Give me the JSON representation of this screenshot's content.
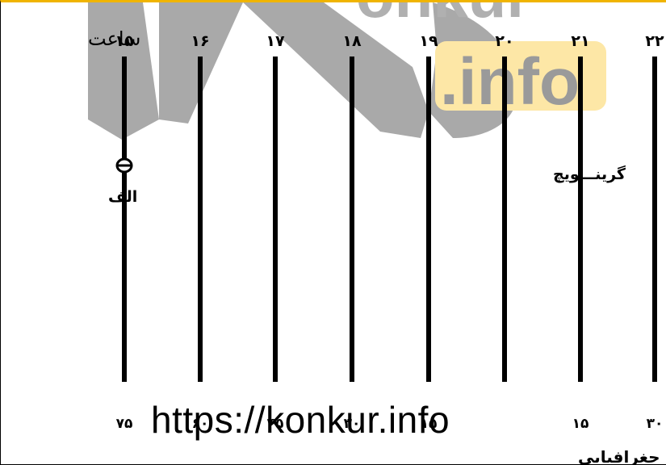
{
  "diagram": {
    "hour_axis_title": "ساعت",
    "hour_labels": [
      "۱۵",
      "۱۶",
      "۱۷",
      "۱۸",
      "۱۹",
      "۲۰",
      "۲۱",
      "۲۲"
    ],
    "longitude_labels": [
      "۷۵",
      "۶۰",
      "۴۵",
      "۳۰",
      "۱۵",
      "",
      "۱۵",
      "۳۰"
    ],
    "longitude_axis_title": "طول جغرافیایی",
    "point_label": "الف",
    "meridian_label": "گرینـــویچ"
  },
  "watermark": {
    "logo_text": "onkur",
    "info_text": ".info",
    "url": "https://konkur.info"
  },
  "colors": {
    "frame_top": "#f0b400",
    "logo_grey": "#a8a8a8",
    "info_badge": "#fde7a6",
    "info_text": "#9a9a9a",
    "lines": "#000000"
  }
}
